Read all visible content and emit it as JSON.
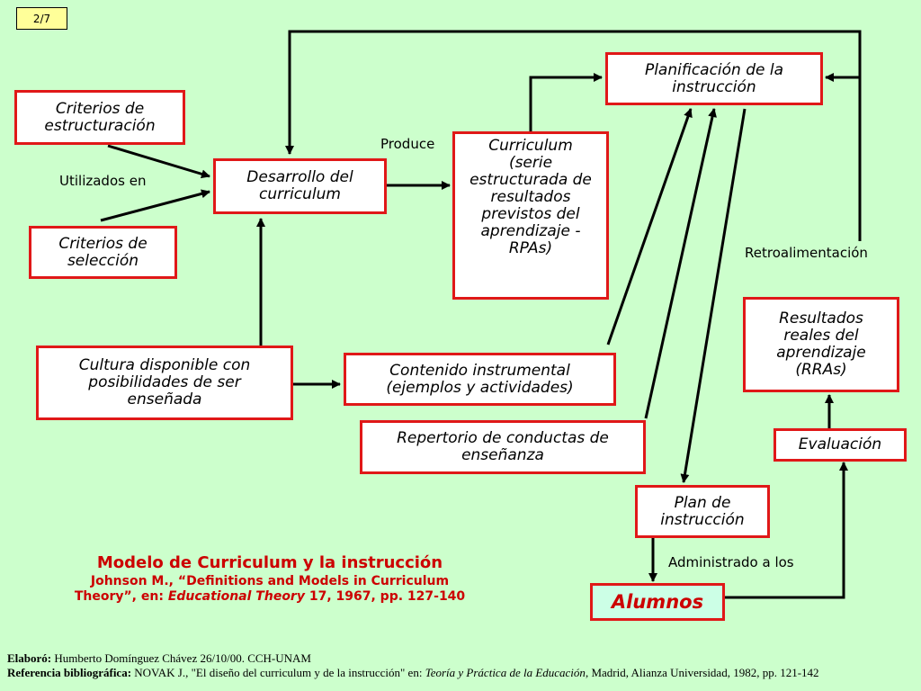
{
  "page_indicator": "2/7",
  "boxes": {
    "criterios_estructuracion": "Criterios de estructuración",
    "criterios_seleccion": "Criterios de selección",
    "desarrollo_curriculum": "Desarrollo del curriculum",
    "curriculum": "Curriculum (serie estructurada de resultados previstos del aprendizaje -RPAs)",
    "planificacion": "Planificación de la instrucción",
    "cultura": "Cultura disponible con posibilidades de ser enseñada",
    "contenido": "Contenido instrumental (ejemplos y actividades)",
    "repertorio": "Repertorio de conductas de enseñanza",
    "plan": "Plan de instrucción",
    "resultados_reales": "Resultados reales del aprendizaje (RRAs)",
    "evaluacion": "Evaluación",
    "alumnos": "Alumnos"
  },
  "labels": {
    "utilizados_en": "Utilizados en",
    "produce": "Produce",
    "retroalimentacion": "Retroalimentación",
    "administrado": "Administrado a los"
  },
  "title": {
    "main": "Modelo de Curriculum y la instrucción",
    "line2": "Johnson M., “Definitions and Models  in Curriculum",
    "line3_pre": "Theory”, en: ",
    "line3_italic": "Educational Theory",
    "line3_post": " 17, 1967, pp. 127-140"
  },
  "footer": {
    "elaboro_label": "Elaboró:",
    "elaboro_text": " Humberto Domínguez Chávez 26/10/00. CCH-UNAM",
    "ref_label": "Referencia bibliográfica:",
    "ref_pre": " NOVAK J., \"El diseño del curriculum y de la instrucción\" en: ",
    "ref_italic": "Teoría y Práctica de la Educación",
    "ref_post": ", Madrid, Alianza Universidad, 1982, pp. 121-142"
  }
}
